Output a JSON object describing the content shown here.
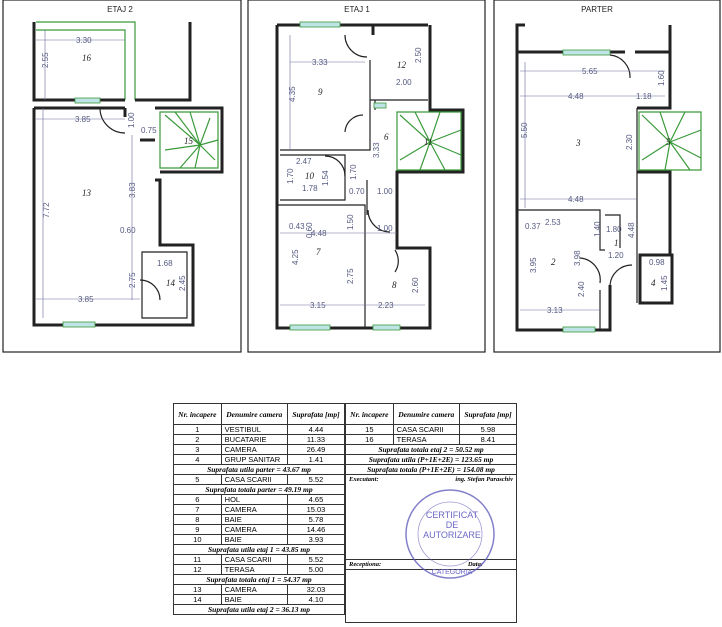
{
  "plans": {
    "etaj2": {
      "title": "ETAJ 2",
      "rooms": [
        "16",
        "13",
        "15",
        "14"
      ],
      "dims": [
        "3.30",
        "2.55",
        "3.85",
        "1.00",
        "0.75",
        "3.83",
        "7.72",
        "0.60",
        "1.68",
        "2.45",
        "2.75",
        "3.85"
      ]
    },
    "etaj1": {
      "title": "ETAJ 1",
      "rooms": [
        "9",
        "12",
        "6",
        "11",
        "10",
        "7",
        "8"
      ],
      "dims": [
        "3.33",
        "4.35",
        "2.50",
        "2.00",
        "3.33",
        "2.47",
        "1.70",
        "1.54",
        "1.70",
        "1.78",
        "0.70",
        "1.00",
        "0.43",
        "0.60",
        "1.50",
        "1.00",
        "4.48",
        "4.25",
        "2.75",
        "2.60",
        "3.15",
        "2.23"
      ]
    },
    "parter": {
      "title": "PARTER",
      "rooms": [
        "3",
        "5",
        "1",
        "2",
        "4"
      ],
      "dims": [
        "5.65",
        "1.60",
        "4.48",
        "1.18",
        "5.50",
        "2.30",
        "4.48",
        "2.53",
        "0.37",
        "1.40",
        "1.80",
        "4.48",
        "1.20",
        "3.95",
        "3.98",
        "2.40",
        "0.98",
        "1.45",
        "3.13"
      ]
    }
  },
  "table": {
    "headers": {
      "nr": "Nr. incapere",
      "name": "Denumire camera",
      "area": "Suprafata [mp]"
    },
    "left": [
      {
        "nr": "1",
        "name": "VESTIBUL",
        "area": "4.44"
      },
      {
        "nr": "2",
        "name": "BUCATARIE",
        "area": "11.33"
      },
      {
        "nr": "3",
        "name": "CAMERA",
        "area": "26.49"
      },
      {
        "nr": "4",
        "name": "GRUP SANITAR",
        "area": "1.41"
      },
      {
        "summary": "Suprafata utila parter = 43.67 mp"
      },
      {
        "nr": "5",
        "name": "CASA SCARII",
        "area": "5.52"
      },
      {
        "summary": "Suprafata totala parter = 49.19 mp"
      },
      {
        "nr": "6",
        "name": "HOL",
        "area": "4.65"
      },
      {
        "nr": "7",
        "name": "CAMERA",
        "area": "15.03"
      },
      {
        "nr": "8",
        "name": "BAIE",
        "area": "5.78"
      },
      {
        "nr": "9",
        "name": "CAMERA",
        "area": "14.46"
      },
      {
        "nr": "10",
        "name": "BAIE",
        "area": "3.93"
      },
      {
        "summary": "Suprafata utila etaj 1 = 43.85 mp"
      },
      {
        "nr": "11",
        "name": "CASA SCARII",
        "area": "5.52"
      },
      {
        "nr": "12",
        "name": "TERASA",
        "area": "5.00"
      },
      {
        "summary": "Suprafata totala etaj 1 = 54.37 mp"
      },
      {
        "nr": "13",
        "name": "CAMERA",
        "area": "32.03"
      },
      {
        "nr": "14",
        "name": "BAIE",
        "area": "4.10"
      },
      {
        "summary": "Suprafata utila etaj 2 = 36.13 mp"
      }
    ],
    "right": [
      {
        "nr": "15",
        "name": "CASA SCARII",
        "area": "5.98"
      },
      {
        "nr": "16",
        "name": "TERASA",
        "area": "8.41"
      }
    ],
    "right_summaries": [
      "Suprafata totala etaj 2 = 50.52 mp",
      "Suprafata utila (P+1E+2E) = 123.65 mp",
      "Suprafata totala (P+1E+2E) = 154.08 mp"
    ],
    "executant_label": "Executant:",
    "engineer": "ing. Stefan Paraschiv",
    "receptiona_label": "Receptiona:",
    "data_label": "Data:",
    "stamp": {
      "line1": "CERTIFICAT",
      "line2": "DE",
      "line3": "AUTORIZARE",
      "ring": "CATEGORIA"
    }
  }
}
